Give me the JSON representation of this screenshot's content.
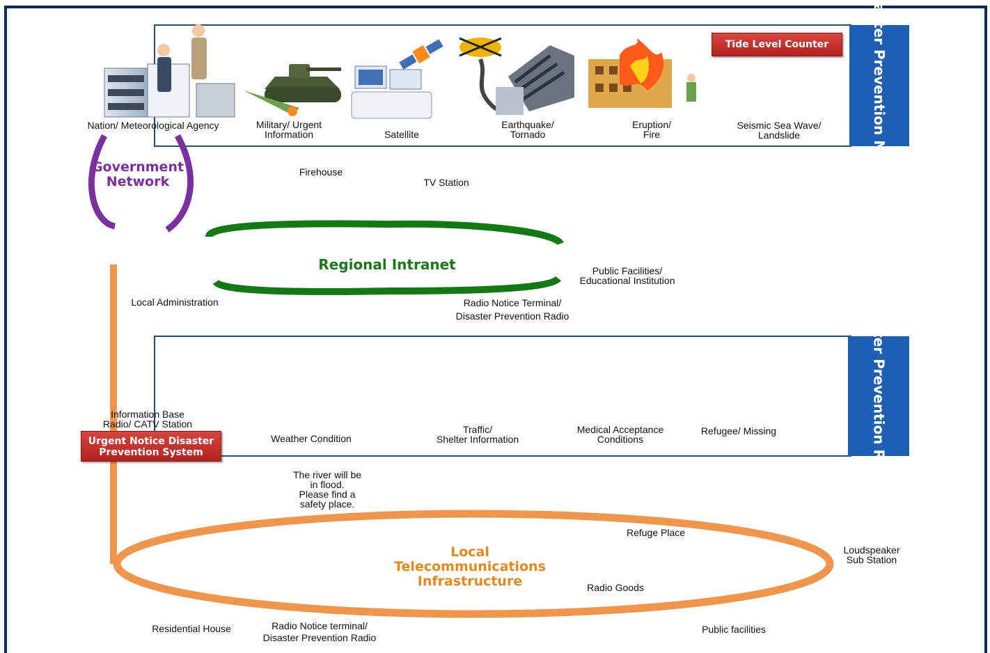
{
  "nation_panel": {
    "sidebar_title": "≪Disaster Prevention Nation≫",
    "tide_level_counter": "Tide Level Counter",
    "items": [
      {
        "label": "Nation/ Meteorological Agency"
      },
      {
        "label": "Military/ Urgent\nInformation"
      },
      {
        "label": "Satellite"
      },
      {
        "label": "Earthquake/\nTornado"
      },
      {
        "label": "Eruption/\nFire"
      },
      {
        "label": "Seismic Sea Wave/\nLandslide"
      }
    ]
  },
  "government_network": "Government\nNetwork",
  "intranet": {
    "title": "Regional Intranet",
    "firehouse": "Firehouse",
    "tv_station": "TV Station",
    "public_facilities": "Public Facilities/\nEducational Institution",
    "local_administration": "Local Administration",
    "radio_notice_terminal": "Radio Notice Terminal/\nDisaster Prevention Radio"
  },
  "region_panel": {
    "sidebar_title": "≪Disaster Prevention Region≫",
    "info_base": "Information Base\nRadio/ CATV Station",
    "urgent_notice": "Urgent Notice Disaster\nPrevention System",
    "items": [
      {
        "label": "Weather Condition"
      },
      {
        "label": "Traffic/\nShelter Information"
      },
      {
        "label": "Medical Acceptance\nConditions"
      },
      {
        "label": "Refugee/ Missing"
      }
    ]
  },
  "local": {
    "title": "Local\nTelecommunications\nInfrastructure",
    "bubble_message": "The river will be\nin flood.\nPlease find a\nsafety place.",
    "refuge_place": "Refuge Place",
    "radio_goods": "Radio Goods",
    "loudspeaker": "Loudspeaker\nSub Station",
    "residential_house": "Residential House",
    "radio_notice_terminal": "Radio Notice terminal/\nDisaster Prevention Radio",
    "public_facilities": "Public facilities"
  },
  "colors": {
    "frame": "#0e2a56",
    "sidebar": "#1d5fb4",
    "intranet_ring": "#137a13",
    "gov_ring": "#7b2fa0",
    "local_ring": "#f0954a",
    "hills": "#2fbe2f",
    "red_label": "#c3302a"
  }
}
